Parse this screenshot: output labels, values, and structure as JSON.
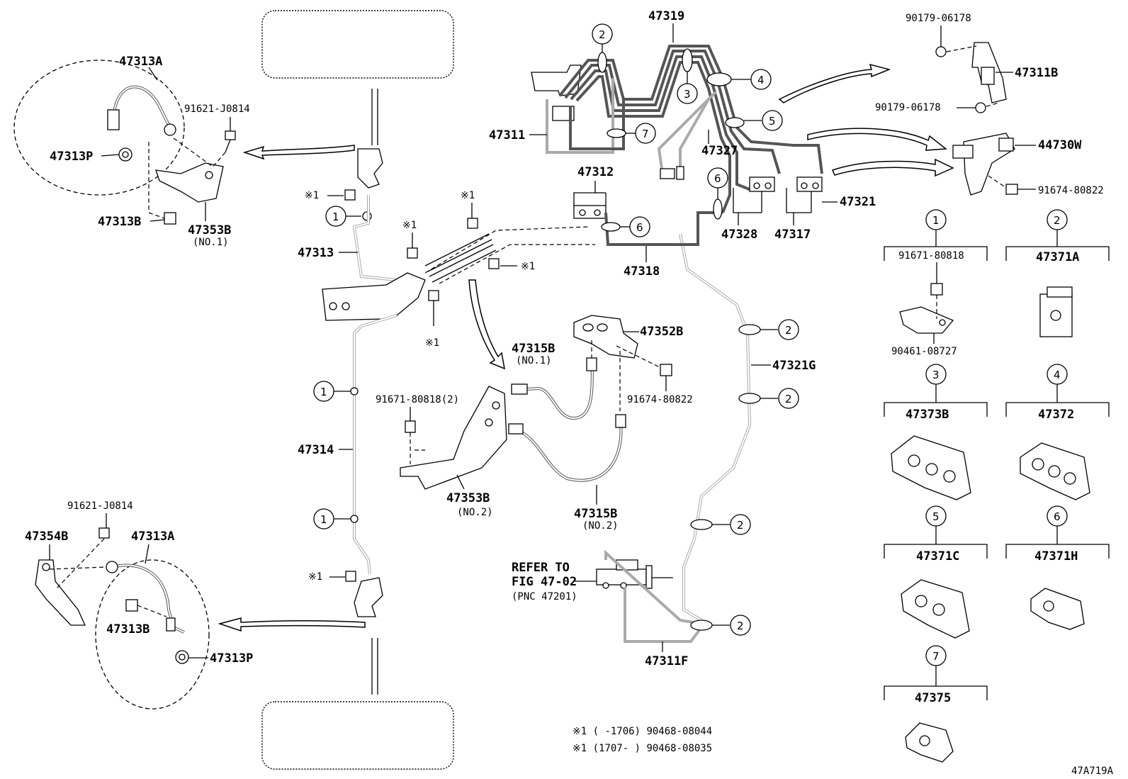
{
  "labels": {
    "p47313a_top": "47313A",
    "p91621_top": "91621-J0814",
    "p47313p_top": "47313P",
    "p47313b_top": "47313B",
    "p47353b_top": "47353B",
    "no1_top": "(NO.1)",
    "p47313": "47313",
    "p47314": "47314",
    "p47319": "47319",
    "p47311": "47311",
    "p47327": "47327",
    "p47312": "47312",
    "p47318": "47318",
    "p47328": "47328",
    "p47317": "47317",
    "p47321": "47321",
    "p47321g": "47321G",
    "p47352b": "47352B",
    "p47315b_1": "47315B",
    "no1_hose": "(NO.1)",
    "p91674_mid": "91674-80822",
    "p91671_mid": "91671-80818(2)",
    "p47353b_2": "47353B",
    "no2_br": "(NO.2)",
    "p47315b_2": "47315B",
    "no2_hose": "(NO.2)",
    "refer1": "REFER TO",
    "refer2": "FIG 47-02",
    "refer3": "(PNC 47201)",
    "p47311f": "47311F",
    "p90179_a": "90179-06178",
    "p47311b": "47311B",
    "p90179_b": "90179-06178",
    "p44730w": "44730W",
    "p91674_r": "91674-80822",
    "p91621_bot": "91621-J0814",
    "p47354b": "47354B",
    "p47313a_bot": "47313A",
    "p47313b_bot": "47313B",
    "p47313p_bot": "47313P",
    "kome1": "※1",
    "note1": "※1 (     -1706) 90468-08044",
    "note2": "※1 (1707-     ) 90468-08035",
    "fig_id": "47A719A"
  },
  "legend": {
    "c1_num": "1",
    "c1_a": "91671-80818",
    "c1_b": "90461-08727",
    "c2_num": "2",
    "c2_a": "47371A",
    "c3_num": "3",
    "c3_a": "47373B",
    "c4_num": "4",
    "c4_a": "47372",
    "c5_num": "5",
    "c5_a": "47371C",
    "c6_num": "6",
    "c6_a": "47371H",
    "c7_num": "7",
    "c7_a": "47375"
  },
  "callouts": {
    "n1": "1",
    "n2": "2",
    "n3": "3",
    "n4": "4",
    "n5": "5",
    "n6": "6",
    "n7": "7"
  }
}
